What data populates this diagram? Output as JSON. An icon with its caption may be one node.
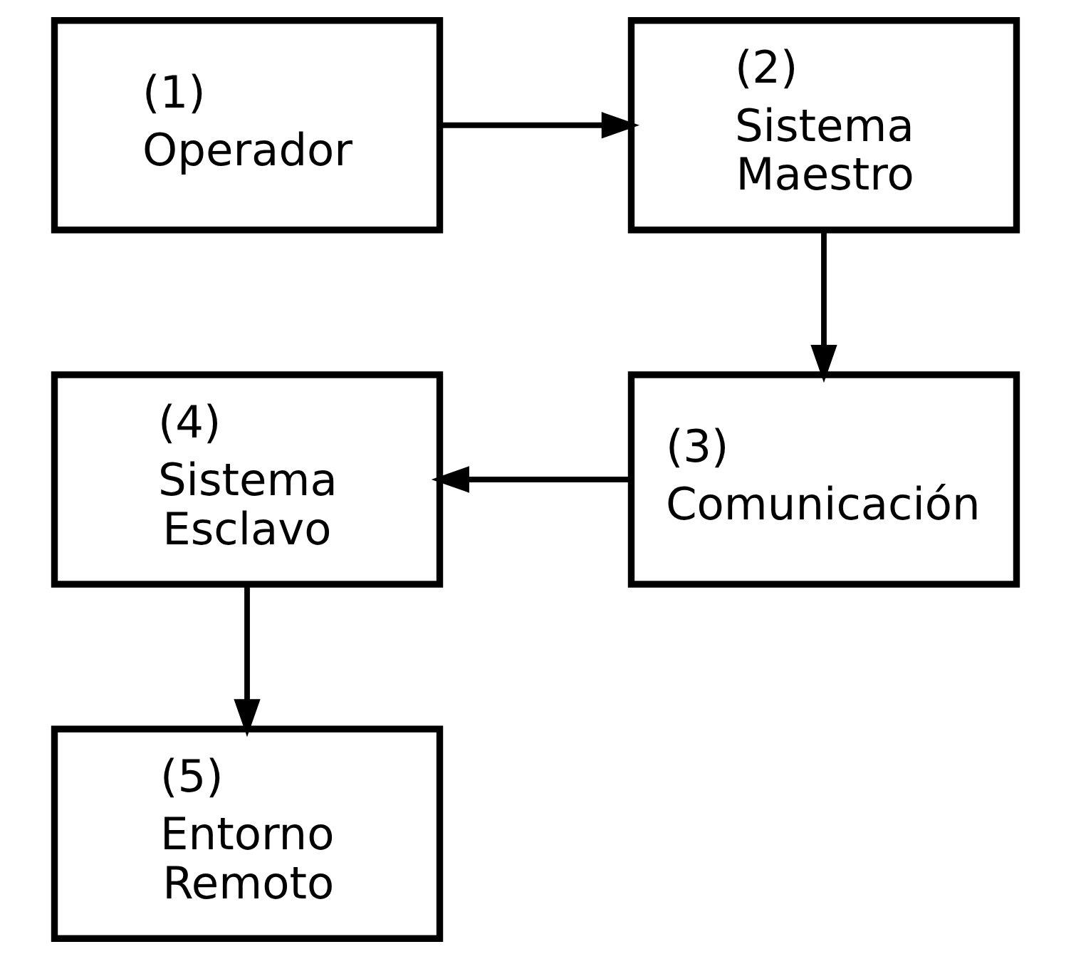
{
  "diagram": {
    "nodes": [
      {
        "text": [
          "(1)",
          "Operador"
        ]
      },
      {
        "text": [
          "(2)",
          "Sistema Maestro"
        ]
      },
      {
        "text": [
          "(3)",
          "Comunicación"
        ]
      },
      {
        "text": [
          "(4)",
          "Sistema Esclavo"
        ]
      },
      {
        "text": [
          "(5)",
          "Entorno Remoto"
        ]
      }
    ],
    "edges": [
      {
        "from": 0,
        "to": 1,
        "arrow": "to"
      },
      {
        "from": 1,
        "to": 2,
        "arrow": "to"
      },
      {
        "from": 2,
        "to": 3,
        "arrow": "to"
      },
      {
        "from": 3,
        "to": 4,
        "arrow": "to"
      }
    ]
  }
}
